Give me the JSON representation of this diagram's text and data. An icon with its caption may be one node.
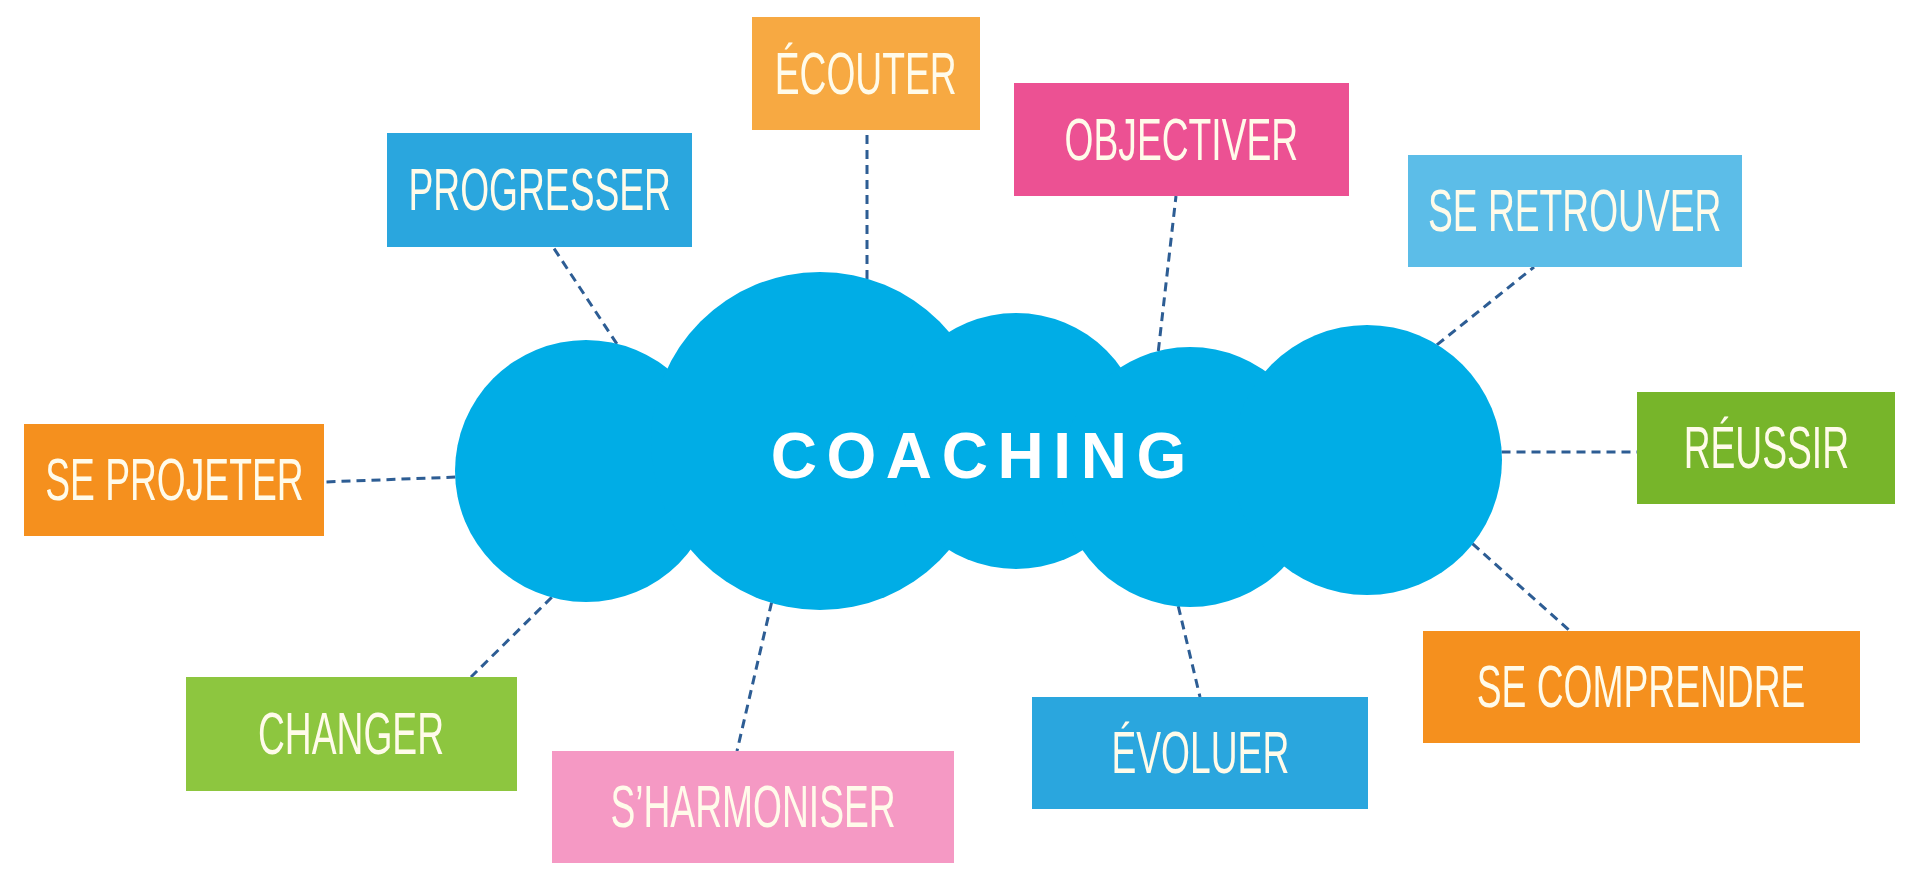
{
  "diagram": {
    "nodes": [
      {
        "text": [
          "COACHING"
        ]
      },
      {
        "text": [
          "PROGRESSER"
        ]
      },
      {
        "text": [
          "ÉCOUTER"
        ]
      },
      {
        "text": [
          "OBJECTIVER"
        ]
      },
      {
        "text": [
          "SE RETROUVER"
        ]
      },
      {
        "text": [
          "SE PROJETER"
        ]
      },
      {
        "text": [
          "RÉUSSIR"
        ]
      },
      {
        "text": [
          "CHANGER"
        ]
      },
      {
        "text": [
          "S’HARMONISER"
        ]
      },
      {
        "text": [
          "ÉVOLUER"
        ]
      },
      {
        "text": [
          "SE COMPRENDRE"
        ]
      }
    ],
    "edges": [
      {
        "from": 0,
        "to": 1,
        "arrow": "none",
        "style": "dashed"
      },
      {
        "from": 0,
        "to": 2,
        "arrow": "none",
        "style": "dashed"
      },
      {
        "from": 0,
        "to": 3,
        "arrow": "none",
        "style": "dashed"
      },
      {
        "from": 0,
        "to": 4,
        "arrow": "none",
        "style": "dashed"
      },
      {
        "from": 0,
        "to": 5,
        "arrow": "none",
        "style": "dashed"
      },
      {
        "from": 0,
        "to": 6,
        "arrow": "none",
        "style": "dashed"
      },
      {
        "from": 0,
        "to": 7,
        "arrow": "none",
        "style": "dashed"
      },
      {
        "from": 0,
        "to": 8,
        "arrow": "none",
        "style": "dashed"
      },
      {
        "from": 0,
        "to": 9,
        "arrow": "none",
        "style": "dashed"
      },
      {
        "from": 0,
        "to": 10,
        "arrow": "none",
        "style": "dashed"
      }
    ]
  }
}
